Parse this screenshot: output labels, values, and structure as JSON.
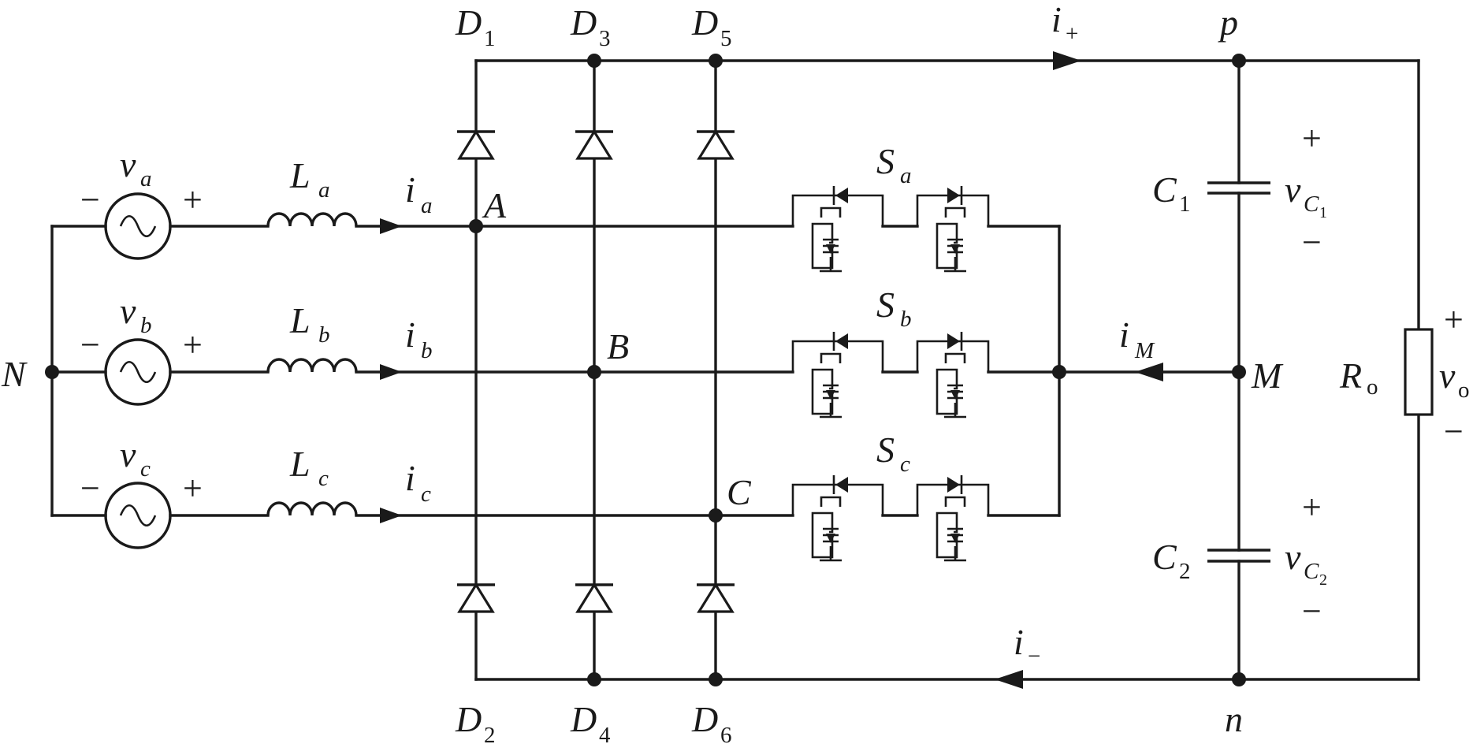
{
  "nodes": {
    "N": "N",
    "A": "A",
    "B": "B",
    "C": "C",
    "M": "M",
    "p": "p",
    "n": "n"
  },
  "sources": [
    {
      "v": "v",
      "sub": "a",
      "minus": "−",
      "plus": "+"
    },
    {
      "v": "v",
      "sub": "b",
      "minus": "−",
      "plus": "+"
    },
    {
      "v": "v",
      "sub": "c",
      "minus": "−",
      "plus": "+"
    }
  ],
  "inductors": [
    {
      "L": "L",
      "sub": "a"
    },
    {
      "L": "L",
      "sub": "b"
    },
    {
      "L": "L",
      "sub": "c"
    }
  ],
  "phase_currents": [
    {
      "i": "i",
      "sub": "a"
    },
    {
      "i": "i",
      "sub": "b"
    },
    {
      "i": "i",
      "sub": "c"
    }
  ],
  "diodes": [
    {
      "D": "D",
      "sub": "1"
    },
    {
      "D": "D",
      "sub": "3"
    },
    {
      "D": "D",
      "sub": "5"
    },
    {
      "D": "D",
      "sub": "2"
    },
    {
      "D": "D",
      "sub": "4"
    },
    {
      "D": "D",
      "sub": "6"
    }
  ],
  "switches": [
    {
      "S": "S",
      "sub": "a"
    },
    {
      "S": "S",
      "sub": "b"
    },
    {
      "S": "S",
      "sub": "c"
    }
  ],
  "currents": {
    "plus": {
      "i": "i",
      "sub": "+"
    },
    "minus": {
      "i": "i",
      "sub": "−"
    },
    "mid": {
      "i": "i",
      "sub": "M"
    }
  },
  "capacitors": [
    {
      "C": "C",
      "sub": "1",
      "v": "v",
      "vsub": "C",
      "vsub2": "1",
      "plus": "+",
      "minus": "−"
    },
    {
      "C": "C",
      "sub": "2",
      "v": "v",
      "vsub": "C",
      "vsub2": "2",
      "plus": "+",
      "minus": "−"
    }
  ],
  "load": {
    "R": "R",
    "Rsub": "o",
    "v": "v",
    "vsub": "o",
    "plus": "+",
    "minus": "−"
  }
}
